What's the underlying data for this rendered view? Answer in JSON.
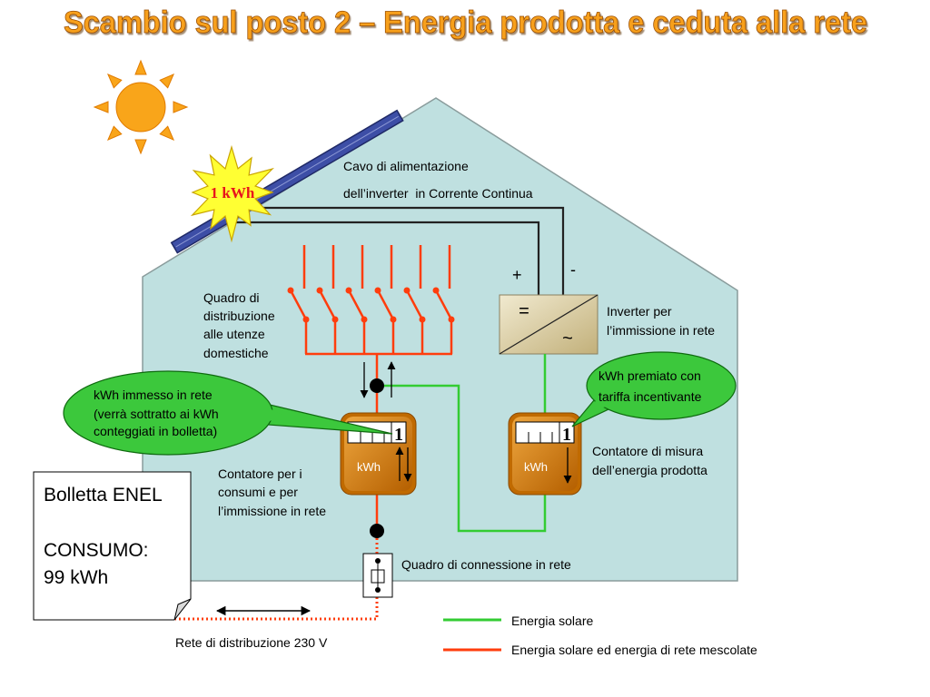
{
  "title": "Scambio sul posto 2 – Energia prodotta e ceduta alla rete",
  "panel_badge": "1 kWh",
  "cable_label": [
    "Cavo di alimentazione",
    "dell’inverter  in Corrente Continua"
  ],
  "polarity": {
    "plus": "+",
    "minus": "-"
  },
  "inverter": {
    "dc_symbol": "=",
    "ac_symbol": "~",
    "label": [
      "Inverter per",
      "l’immissione in rete"
    ]
  },
  "distribution_board": {
    "label": [
      "Quadro di",
      "distribuzione",
      "alle utenze",
      "domestiche"
    ]
  },
  "callout_left": {
    "lines": [
      "kWh immesso in rete",
      "(verrà sottratto ai kWh",
      "conteggiati in bolletta)"
    ]
  },
  "callout_right": {
    "lines": [
      "kWh premiato con",
      "tariffa incentivante"
    ]
  },
  "meter_consumption": {
    "reading": "1",
    "unit": "kWh",
    "label": [
      "Contatore per i",
      "consumi e per",
      "l’immissione in rete"
    ]
  },
  "meter_production": {
    "reading": "1",
    "unit": "kWh",
    "label": [
      "Contatore di misura",
      "dell’energia prodotta"
    ]
  },
  "grid_connection": {
    "label": "Quadro di connessione in rete"
  },
  "grid": {
    "label": "Rete di distribuzione 230 V"
  },
  "bill": {
    "title": "Bolletta ENEL",
    "consumption_label": "CONSUMO:",
    "consumption_value": "99 kWh"
  },
  "legend": [
    {
      "label": "Energia solare",
      "color": "#33cc33"
    },
    {
      "label": "Energia solare ed energia di rete mescolate",
      "color": "#ff3d0d"
    }
  ]
}
